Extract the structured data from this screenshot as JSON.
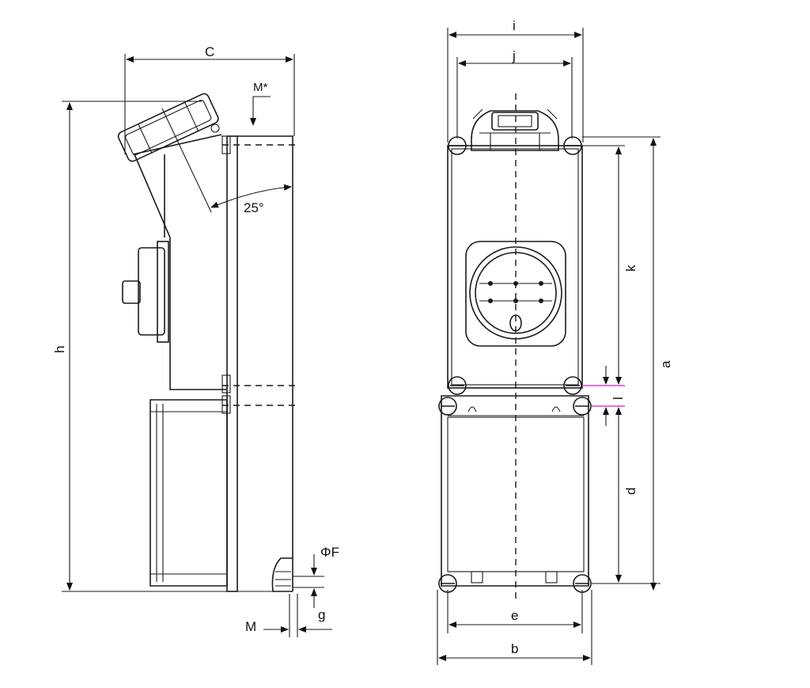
{
  "side_view": {
    "labels": {
      "c": "C",
      "m_star": "M*",
      "angle": "25°",
      "h": "h",
      "phi_f": "ΦF",
      "m": "M",
      "g": "g"
    }
  },
  "front_view": {
    "labels": {
      "i": "i",
      "j": "j",
      "k": "k",
      "a": "a",
      "l": "l",
      "d": "d",
      "e": "e",
      "b": "b"
    }
  },
  "colors": {
    "line": "#1a1a1a",
    "highlight": "#e040c8"
  }
}
